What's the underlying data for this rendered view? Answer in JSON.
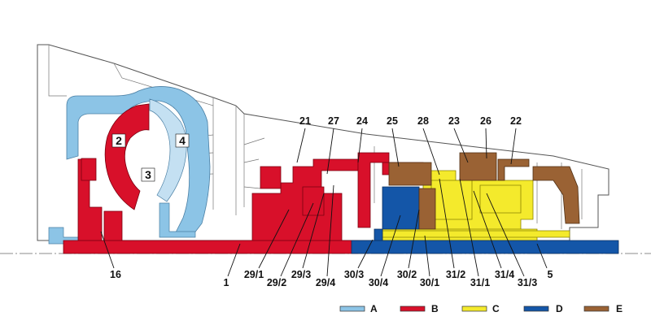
{
  "colors": {
    "A": "#8cc4e6",
    "B": "#d8102a",
    "C": "#f4ea2c",
    "D": "#1456a8",
    "E": "#9a6234",
    "outline": "#555555",
    "housing_fill": "#ffffff"
  },
  "labels": {
    "l2": "2",
    "l3": "3",
    "l4": "4",
    "l5": "5",
    "l1": "1",
    "l16": "16",
    "l21": "21",
    "l22": "22",
    "l23": "23",
    "l24": "24",
    "l25": "25",
    "l26": "26",
    "l27": "27",
    "l28": "28",
    "l29_1": "29/1",
    "l29_2": "29/2",
    "l29_3": "29/3",
    "l29_4": "29/4",
    "l30_1": "30/1",
    "l30_2": "30/2",
    "l30_3": "30/3",
    "l30_4": "30/4",
    "l31_1": "31/1",
    "l31_2": "31/2",
    "l31_3": "31/3",
    "l31_4": "31/4"
  },
  "legend": [
    {
      "key": "A",
      "label": "A"
    },
    {
      "key": "B",
      "label": "B"
    },
    {
      "key": "C",
      "label": "C"
    },
    {
      "key": "D",
      "label": "D"
    },
    {
      "key": "E",
      "label": "E"
    }
  ]
}
